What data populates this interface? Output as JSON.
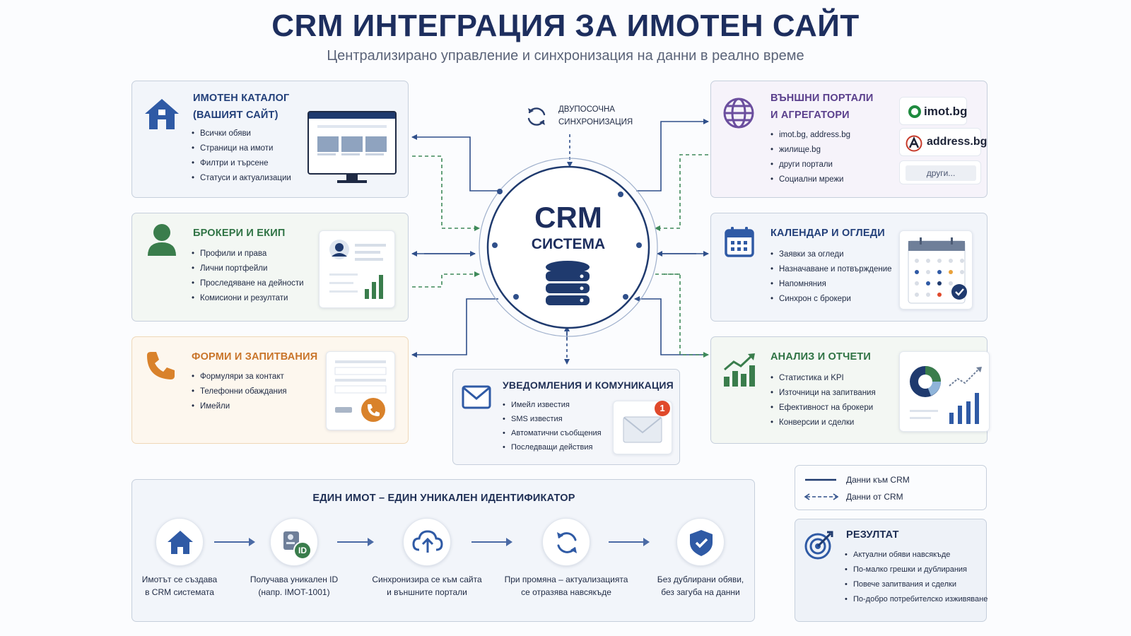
{
  "header": {
    "title": "CRM ИНТЕГРАЦИЯ ЗА ИМОТЕН САЙТ",
    "subtitle": "Централизирано управление и синхронизация на данни в реално време"
  },
  "center": {
    "sync_label_1": "ДВУПОСОЧНА",
    "sync_label_2": "СИНХРОНИЗАЦИЯ",
    "crm_line1": "CRM",
    "crm_line2": "СИСТЕМА"
  },
  "catalog": {
    "title_line1": "ИМОТЕН КАТАЛОГ",
    "title_line2": "(ВАШИЯТ САЙТ)",
    "items": [
      "Всички обяви",
      "Страници на имоти",
      "Филтри и търсене",
      "Статуси и актуализации"
    ]
  },
  "brokers": {
    "title": "БРОКЕРИ И ЕКИП",
    "items": [
      "Профили и права",
      "Лични портфейли",
      "Проследяване на дейности",
      "Комисиони и резултати"
    ]
  },
  "forms": {
    "title": "ФОРМИ И ЗАПИТВАНИЯ",
    "items": [
      "Формуляри за контакт",
      "Телефонни обаждания",
      "Имейли"
    ]
  },
  "portals": {
    "title_line1": "ВЪНШНИ ПОРТАЛИ",
    "title_line2": "И АГРЕГАТОРИ",
    "items": [
      "imot.bg, address.bg",
      "жилище.bg",
      "други портали",
      "Социални мрежи"
    ],
    "logo_imot": "imot.bg",
    "logo_address": "address.bg",
    "logo_other": "други..."
  },
  "calendar": {
    "title": "КАЛЕНДАР И ОГЛЕДИ",
    "items": [
      "Заявки за огледи",
      "Назначаване и потвърждение",
      "Напомняния",
      "Синхрон с брокери"
    ]
  },
  "analytics": {
    "title": "АНАЛИЗ И ОТЧЕТИ",
    "items": [
      "Статистика и KPI",
      "Източници на запитвания",
      "Ефективност на брокери",
      "Конверсии и сделки"
    ]
  },
  "notifications": {
    "title": "УВЕДОМЛЕНИЯ И КОМУНИКАЦИЯ",
    "items": [
      "Имейл известия",
      "SMS известия",
      "Автоматични съобщения",
      "Последващи действия"
    ],
    "badge_count": "1"
  },
  "unique_id": {
    "title": "ЕДИН ИМОТ – ЕДИН УНИКАЛЕН ИДЕНТИФИКАТОР",
    "id_badge": "ID",
    "steps": [
      {
        "line1": "Имотът се създава",
        "line2": "в CRM системата"
      },
      {
        "line1": "Получава уникален ID",
        "line2": "(напр. IMOT-1001)"
      },
      {
        "line1": "Синхронизира се към сайта",
        "line2": "и външните портали"
      },
      {
        "line1": "При промяна – актуализацията",
        "line2": "се отразява навсякъде"
      },
      {
        "line1": "Без дублирани обяви,",
        "line2": "без загуба на данни"
      }
    ]
  },
  "legend": {
    "to_crm": "Данни към CRM",
    "from_crm": "Данни от CRM"
  },
  "result": {
    "title": "РЕЗУЛТАТ",
    "items": [
      "Актуални обяви навсякъде",
      "По-малко грешки и дублирания",
      "Повече запитвания и сделки",
      "По-добро потребителско изживяване"
    ]
  },
  "colors": {
    "navy": "#1d2e5e",
    "blue_icon": "#2f5aa5",
    "green": "#2f7344",
    "orange": "#d9822b",
    "purple": "#6b4e9e",
    "red_badge": "#e0492b"
  }
}
